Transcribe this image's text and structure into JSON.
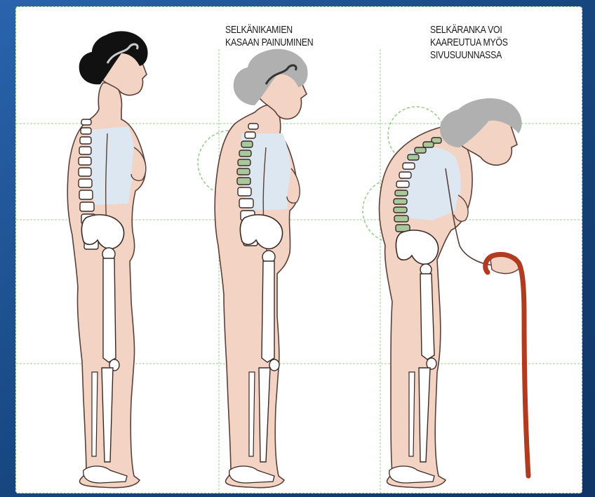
{
  "labels": {
    "middle": {
      "line1": "SELKÄNIKAMIEN",
      "line2": "KASAAN PAINUMINEN"
    },
    "right": {
      "line1": "SELKÄRANKA VOI",
      "line2": "KAAREUTUA MYÖS",
      "line3": "SIVUSUUNNASSA"
    }
  },
  "colors": {
    "slide_background": "#1b4a8a",
    "panel": "#ffffff",
    "skin": "#f2d3c4",
    "chest": "#dce7f1",
    "bone": "#ffffff",
    "compressed_vertebra": "#a8c79a",
    "guide_lines": "#9fd08a",
    "hair_young": "#111111",
    "hair_old": "#b0b0b0",
    "cane": "#b23a1e"
  }
}
